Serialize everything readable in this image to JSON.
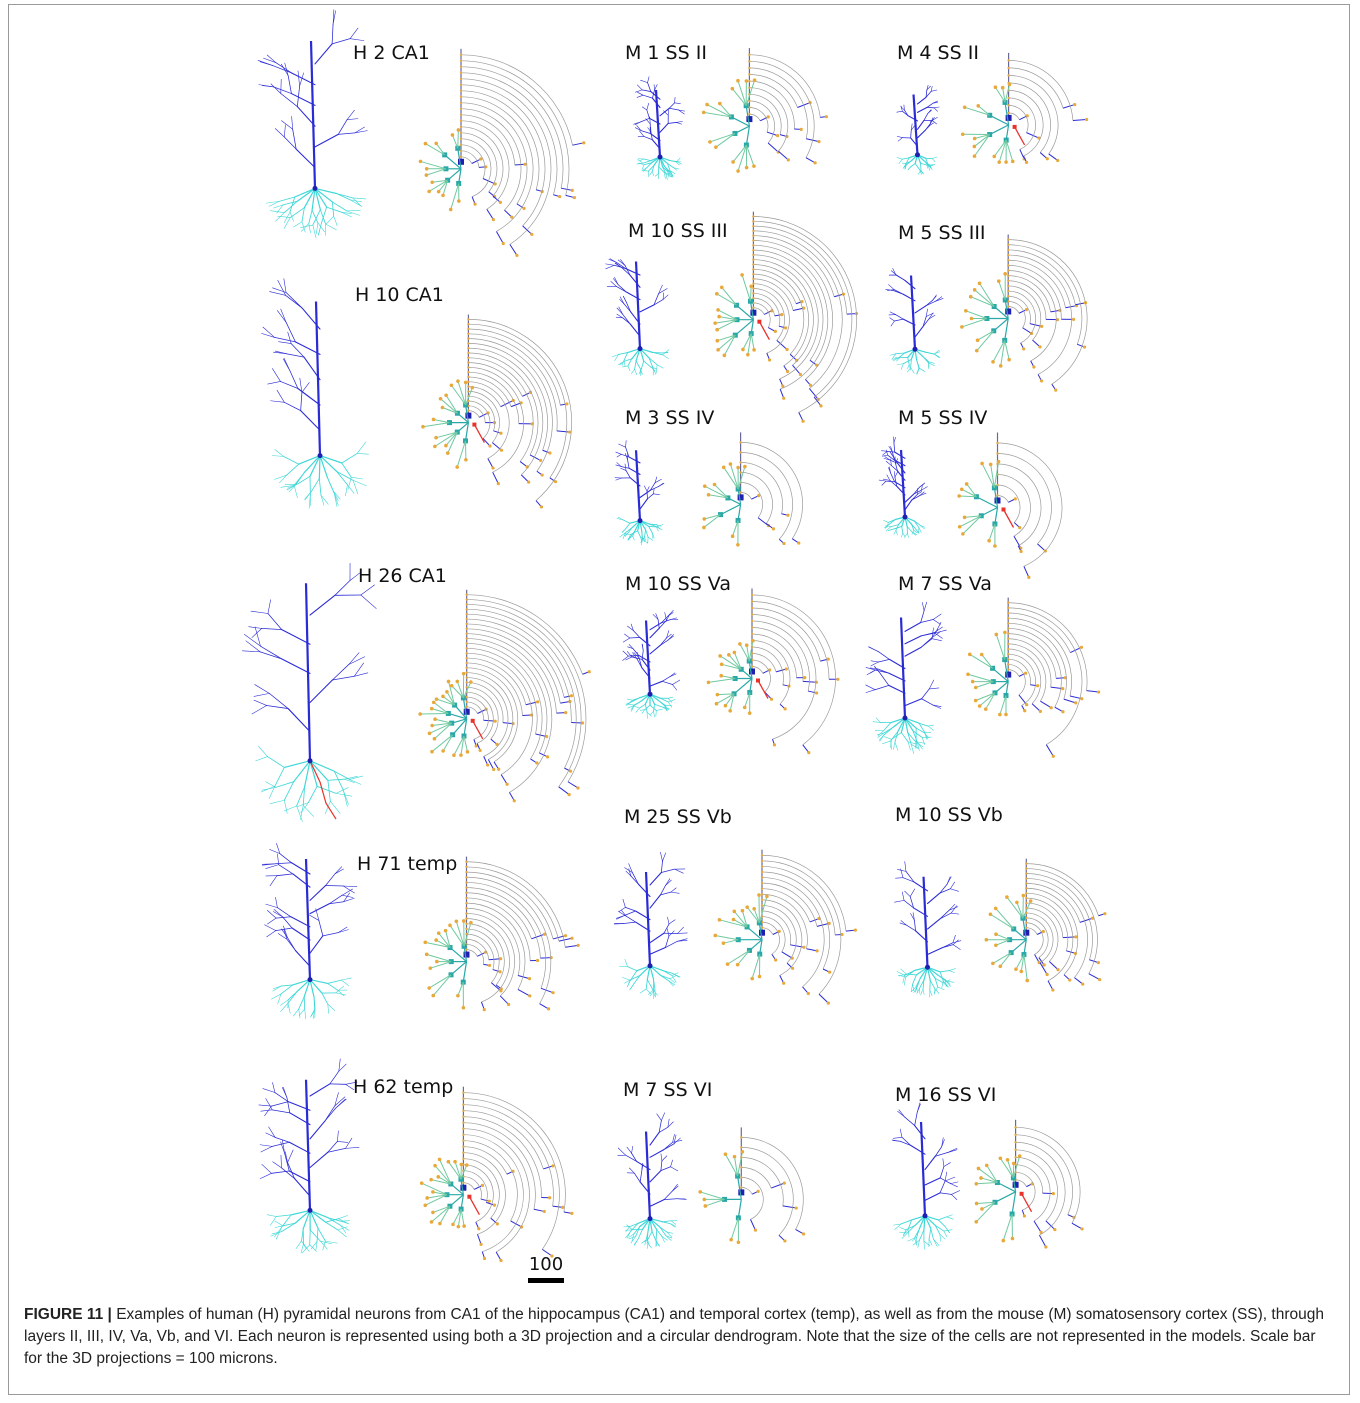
{
  "panels": [
    {
      "id": "h2ca1",
      "label": "H 2 CA1",
      "species": "human",
      "size": "large"
    },
    {
      "id": "h10ca1",
      "label": "H 10 CA1",
      "species": "human",
      "size": "large"
    },
    {
      "id": "h26ca1",
      "label": "H 26 CA1",
      "species": "human",
      "size": "large"
    },
    {
      "id": "h71temp",
      "label": "H 71 temp",
      "species": "human",
      "size": "large"
    },
    {
      "id": "h62temp",
      "label": "H 62 temp",
      "species": "human",
      "size": "large"
    },
    {
      "id": "m1ssii",
      "label": "M 1 SS II",
      "species": "mouse",
      "size": "small"
    },
    {
      "id": "m4ssii",
      "label": "M 4 SS II",
      "species": "mouse",
      "size": "small"
    },
    {
      "id": "m10ssiii",
      "label": "M 10 SS III",
      "species": "mouse",
      "size": "large"
    },
    {
      "id": "m5ssiii",
      "label": "M 5 SS III",
      "species": "mouse",
      "size": "medium"
    },
    {
      "id": "m3ssiv",
      "label": "M 3 SS IV",
      "species": "mouse",
      "size": "small"
    },
    {
      "id": "m5ssiv",
      "label": "M 5 SS IV",
      "species": "mouse",
      "size": "small"
    },
    {
      "id": "m10ssva",
      "label": "M 10 SS Va",
      "species": "mouse",
      "size": "medium"
    },
    {
      "id": "m7ssva",
      "label": "M 7 SS Va",
      "species": "mouse",
      "size": "medium"
    },
    {
      "id": "m25ssvb",
      "label": "M 25 SS Vb",
      "species": "mouse",
      "size": "medium"
    },
    {
      "id": "m10ssvb",
      "label": "M 10 SS Vb",
      "species": "mouse",
      "size": "medium"
    },
    {
      "id": "m7ssvi",
      "label": "M 7 SS VI",
      "species": "mouse",
      "size": "small"
    },
    {
      "id": "m16ssvi",
      "label": "M 16 SS VI",
      "species": "mouse",
      "size": "small"
    }
  ],
  "colors": {
    "apical": "#2b2bd6",
    "basal": "#3fd7d7",
    "axon": "#e8322c",
    "node": "#e8a93a",
    "arc": "#9a9a9a",
    "stem_apical": "#2020b0",
    "stem_basal": "#2aa8a8"
  },
  "scale_bar": {
    "label": "100"
  },
  "caption": {
    "figure_label": "FIGURE 11 |",
    "text": "Examples of human (H) pyramidal neurons from CA1 of the hippocampus (CA1) and temporal cortex (temp), as well as from the mouse (M) somatosensory cortex (SS), through layers II, III, IV, Va, Vb, and VI. Each neuron is represented using both a 3D projection and a circular dendrogram. Note that the size of the cells are not represented in the models. Scale bar for the 3D projections = 100 microns."
  }
}
